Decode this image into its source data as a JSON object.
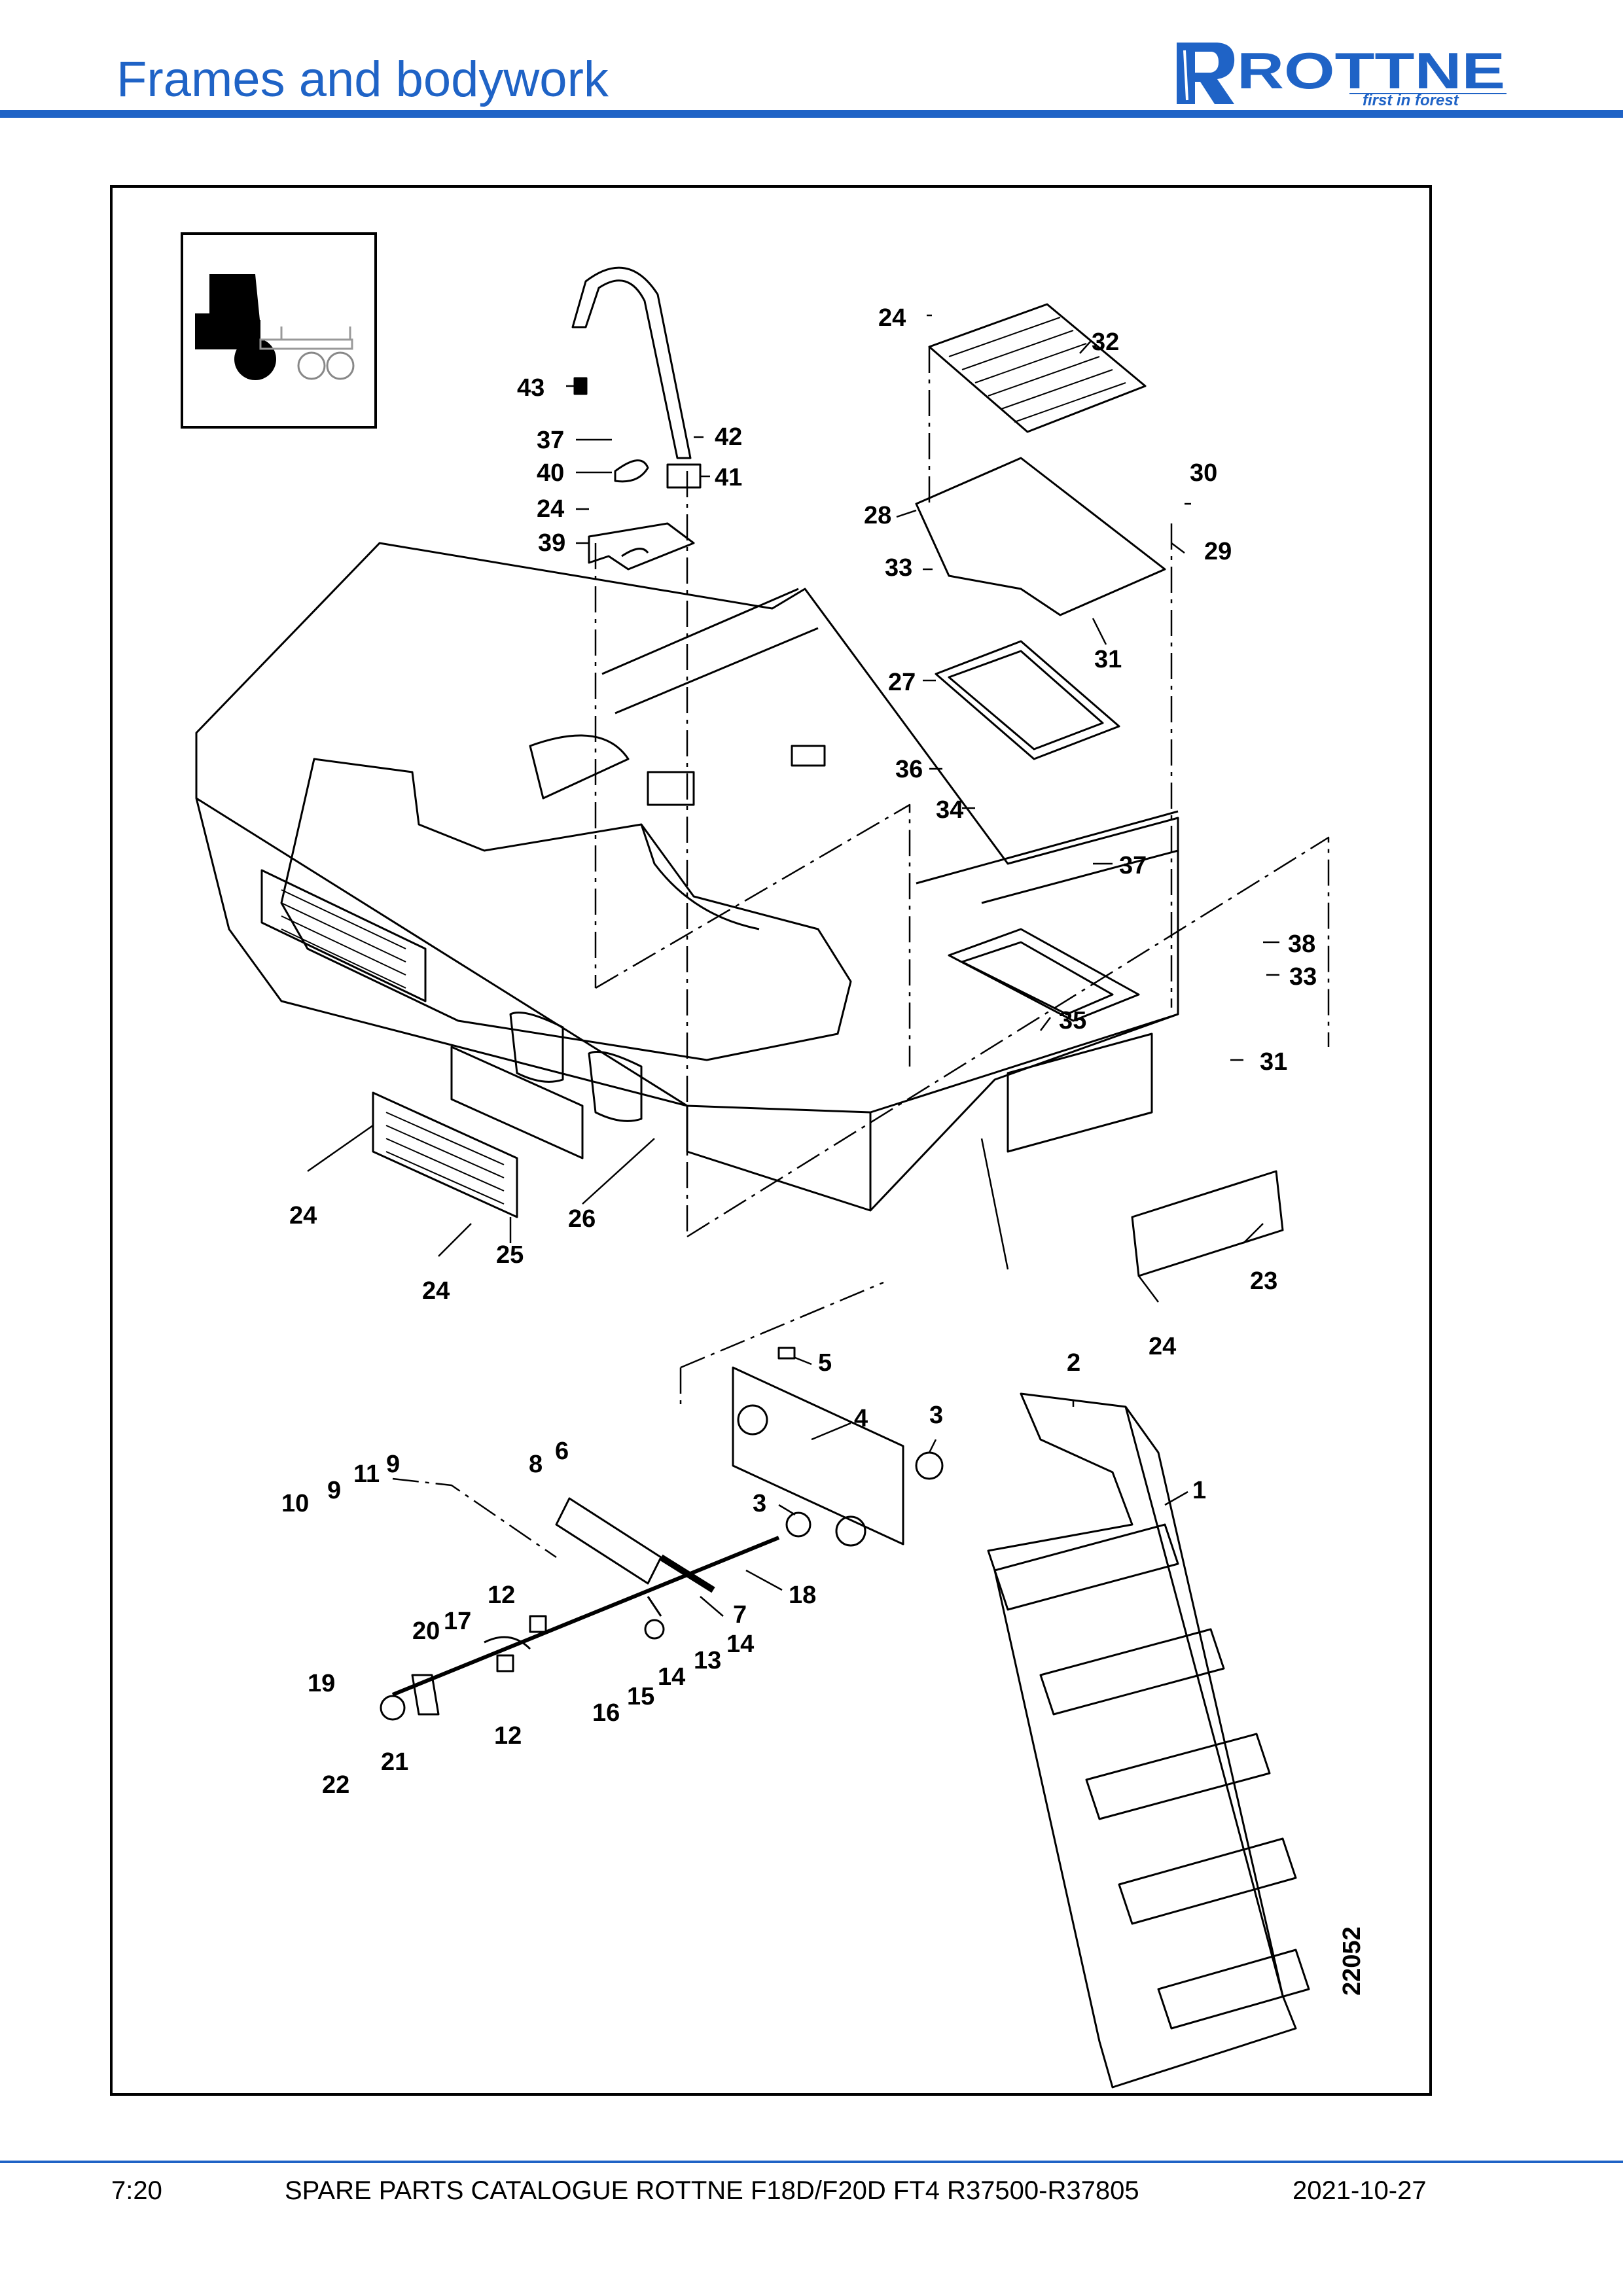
{
  "header": {
    "title": "Frames and bodywork",
    "logo_name": "ROTTNE",
    "logo_tagline": "first in forest",
    "brand_color": "#1f63c6"
  },
  "diagram": {
    "drawing_number": "22052",
    "callouts": [
      {
        "label": "1"
      },
      {
        "label": "2"
      },
      {
        "label": "3"
      },
      {
        "label": "3"
      },
      {
        "label": "4"
      },
      {
        "label": "5"
      },
      {
        "label": "6"
      },
      {
        "label": "7"
      },
      {
        "label": "8"
      },
      {
        "label": "9"
      },
      {
        "label": "9"
      },
      {
        "label": "10"
      },
      {
        "label": "11"
      },
      {
        "label": "12"
      },
      {
        "label": "12"
      },
      {
        "label": "13"
      },
      {
        "label": "14"
      },
      {
        "label": "14"
      },
      {
        "label": "15"
      },
      {
        "label": "16"
      },
      {
        "label": "17"
      },
      {
        "label": "18"
      },
      {
        "label": "19"
      },
      {
        "label": "20"
      },
      {
        "label": "21"
      },
      {
        "label": "22"
      },
      {
        "label": "23"
      },
      {
        "label": "24"
      },
      {
        "label": "24"
      },
      {
        "label": "24"
      },
      {
        "label": "24"
      },
      {
        "label": "24"
      },
      {
        "label": "25"
      },
      {
        "label": "26"
      },
      {
        "label": "27"
      },
      {
        "label": "28"
      },
      {
        "label": "29"
      },
      {
        "label": "30"
      },
      {
        "label": "31"
      },
      {
        "label": "31"
      },
      {
        "label": "32"
      },
      {
        "label": "33"
      },
      {
        "label": "33"
      },
      {
        "label": "34"
      },
      {
        "label": "35"
      },
      {
        "label": "36"
      },
      {
        "label": "37"
      },
      {
        "label": "37"
      },
      {
        "label": "38"
      },
      {
        "label": "39"
      },
      {
        "label": "40"
      },
      {
        "label": "41"
      },
      {
        "label": "42"
      },
      {
        "label": "43"
      }
    ]
  },
  "footer": {
    "page": "7:20",
    "catalogue": "SPARE PARTS CATALOGUE ROTTNE F18D/F20D FT4 R37500-R37805",
    "date": "2021-10-27"
  }
}
